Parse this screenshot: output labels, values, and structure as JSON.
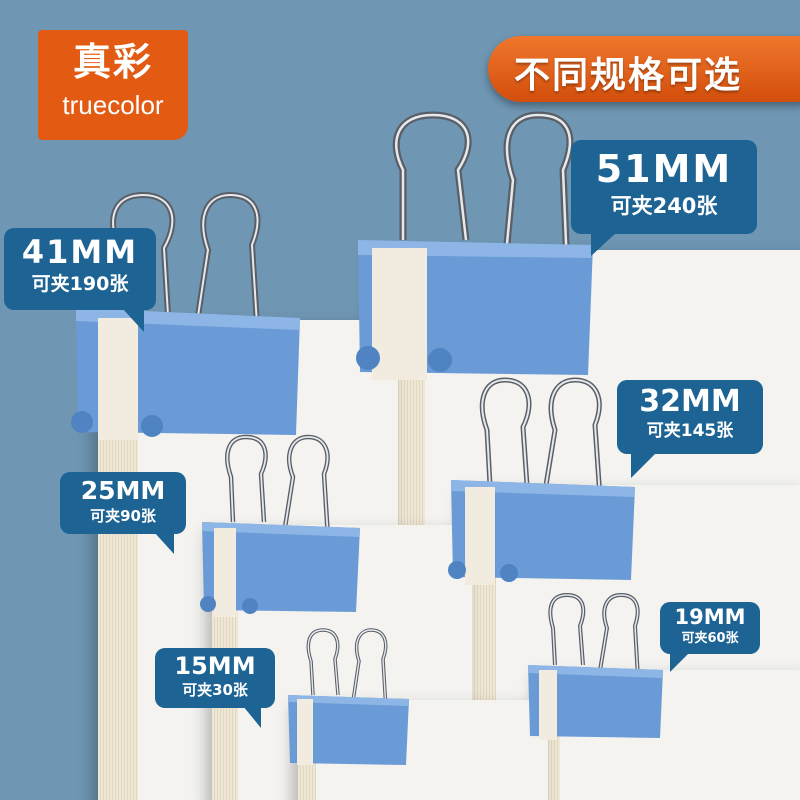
{
  "brand": {
    "name_cn": "真彩",
    "name_en": "truecolor",
    "color": "#e35a12"
  },
  "banner": {
    "text": "不同规格可选",
    "color": "#e0601a"
  },
  "colors": {
    "background": "#6f96b3",
    "callout": "#1d6393",
    "clip": "#6a9bd6",
    "paper": "#f4f3f0"
  },
  "sizes": [
    {
      "id": "41",
      "label": "41MM",
      "capacity": "可夹190张"
    },
    {
      "id": "51",
      "label": "51MM",
      "capacity": "可夹240张"
    },
    {
      "id": "32",
      "label": "32MM",
      "capacity": "可夹145张"
    },
    {
      "id": "25",
      "label": "25MM",
      "capacity": "可夹90张"
    },
    {
      "id": "15",
      "label": "15MM",
      "capacity": "可夹30张"
    },
    {
      "id": "19",
      "label": "19MM",
      "capacity": "可夹60张"
    }
  ]
}
